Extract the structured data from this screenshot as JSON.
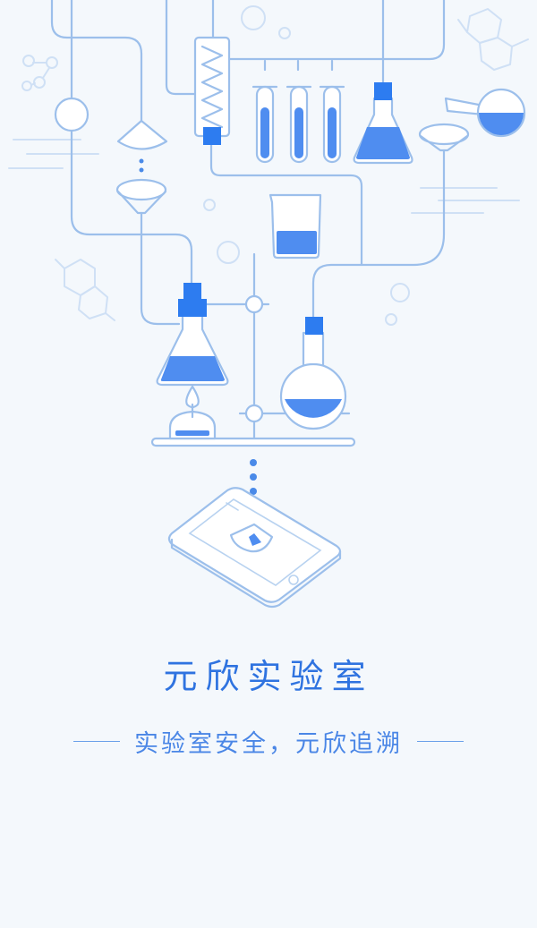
{
  "app": {
    "title": "元欣实验室",
    "slogan": "实验室安全，元欣追溯"
  },
  "colors": {
    "background": "#f4f8fc",
    "accent": "#2f73e0",
    "line": "#9cbfeb",
    "liquid": "#4f8df0"
  },
  "icons": [
    "lab-apparatus-illustration",
    "flask-shield-icon",
    "phone-illustration",
    "molecule-icon"
  ]
}
